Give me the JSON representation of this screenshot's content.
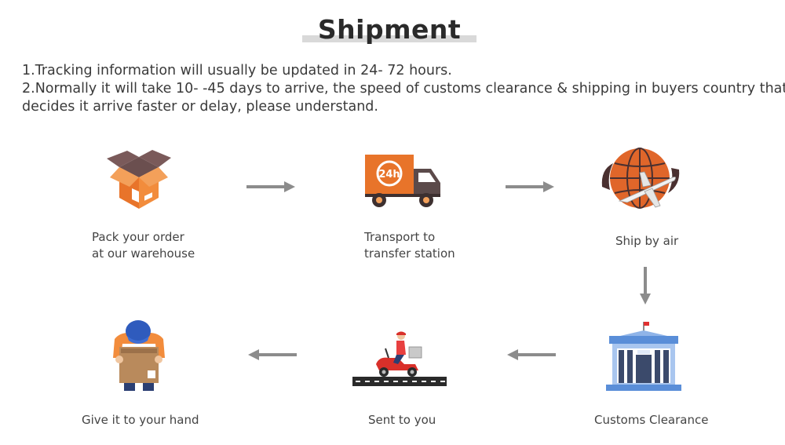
{
  "header": {
    "title": "Shipment"
  },
  "notes": {
    "line1": "1.Tracking information will usually be updated in 24- 72 hours.",
    "line2": "2.Normally it will take 10- -45 days to arrive, the speed of customs clearance & shipping in buyers country that",
    "line3": "decides it arrive faster or delay, please understand."
  },
  "steps": [
    {
      "line1": "Pack your order",
      "line2": "at our warehouse",
      "icon": "package-box-icon"
    },
    {
      "line1": "Transport to",
      "line2": "transfer station",
      "icon": "delivery-truck-24h-icon"
    },
    {
      "line1": "Ship by air",
      "icon": "globe-airplane-icon"
    },
    {
      "line1": "Customs Clearance",
      "icon": "customs-building-icon"
    },
    {
      "line1": "Sent to you",
      "icon": "scooter-courier-icon"
    },
    {
      "line1": "Give it to your hand",
      "icon": "courier-holding-box-icon"
    }
  ],
  "truck_badge": "24h",
  "colors": {
    "accent": "#e8742a",
    "arrow": "#8c8c8c",
    "building": "#5a8ed8"
  }
}
